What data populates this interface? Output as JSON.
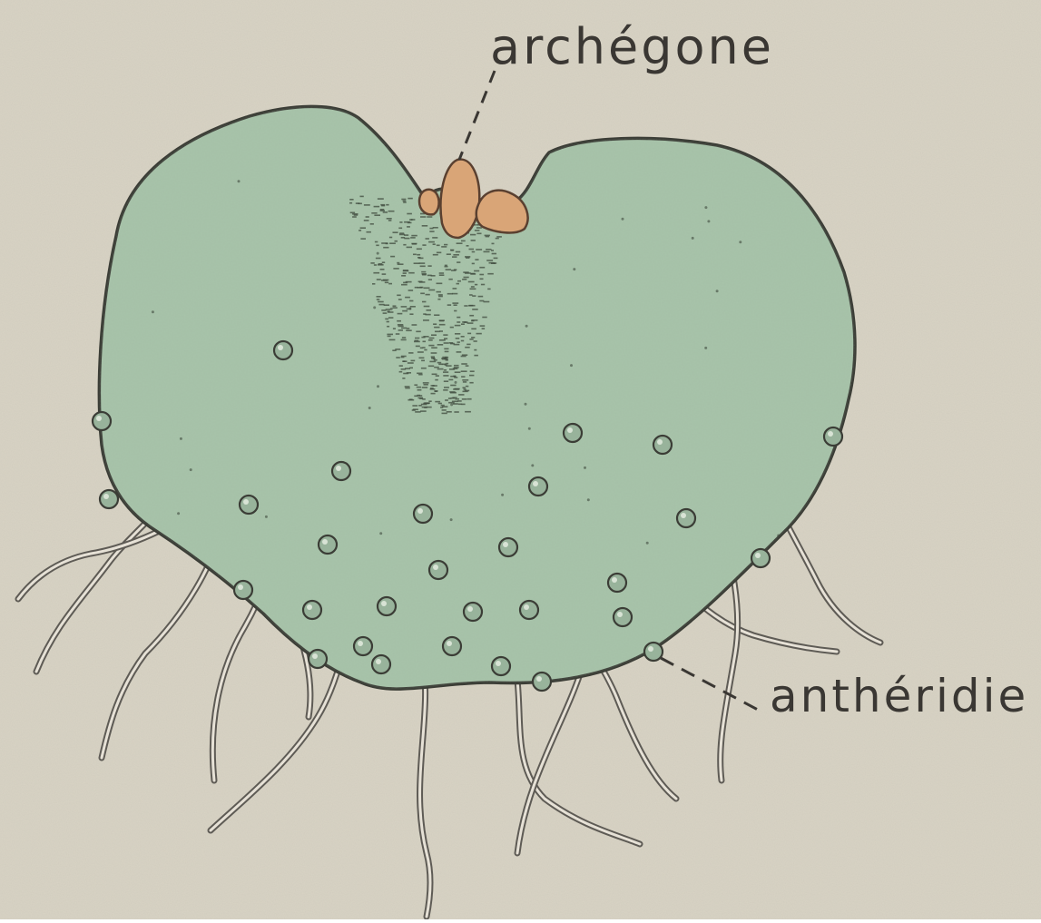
{
  "labels": {
    "archegone": "archégone",
    "antheridie": "anthéridie"
  },
  "colors": {
    "paper": "#d9d4c5",
    "paper_dark": "#c8c2b2",
    "thallus_fill": "#a8c4aa",
    "thallus_outline": "#3b3d36",
    "rhizoid": "#5e5b55",
    "rhizoid_light": "#e6e1d6",
    "archegone_fill": "#d9a577",
    "antheridia_fill": "#98b39b"
  },
  "icons": {
    "thallus": "heart-shaped-thallus",
    "archegone": "archegonium-cluster",
    "antheridia": "antheridium-dots",
    "rhizoids": "rhizoid-hairs"
  }
}
